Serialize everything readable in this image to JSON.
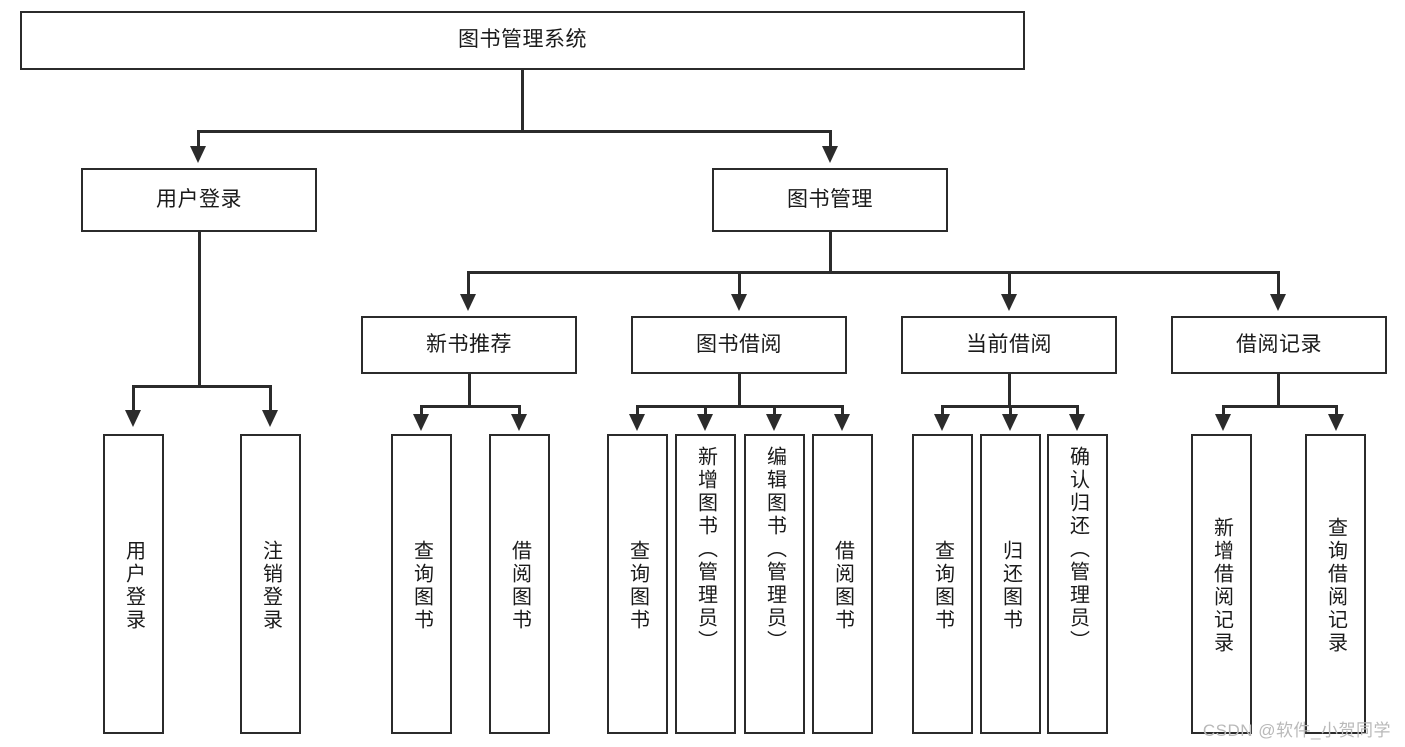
{
  "diagram": {
    "title": "图书管理系统",
    "root": {
      "label": "图书管理系统"
    },
    "level2": [
      {
        "label": "用户登录"
      },
      {
        "label": "图书管理"
      }
    ],
    "level3": [
      {
        "label": "新书推荐"
      },
      {
        "label": "图书借阅"
      },
      {
        "label": "当前借阅"
      },
      {
        "label": "借阅记录"
      }
    ],
    "leaves": {
      "user_login": [
        {
          "label": "用户登录"
        },
        {
          "label": "注销登录"
        }
      ],
      "new_book": [
        {
          "label": "查询图书"
        },
        {
          "label": "借阅图书"
        }
      ],
      "book_borrow": [
        {
          "label": "查询图书"
        },
        {
          "label": "新增图书（管理员）"
        },
        {
          "label": "编辑图书（管理员）"
        },
        {
          "label": "借阅图书"
        }
      ],
      "current_borrow": [
        {
          "label": "查询图书"
        },
        {
          "label": "归还图书"
        },
        {
          "label": "确认归还（管理员）"
        }
      ],
      "borrow_record": [
        {
          "label": "新增借阅记录"
        },
        {
          "label": "查询借阅记录"
        }
      ]
    }
  },
  "watermark": {
    "text": "CSDN @软件_小贺同学"
  },
  "colors": {
    "stroke": "#2b2b2b",
    "background": "#ffffff",
    "watermark": "#b9b9b9"
  }
}
